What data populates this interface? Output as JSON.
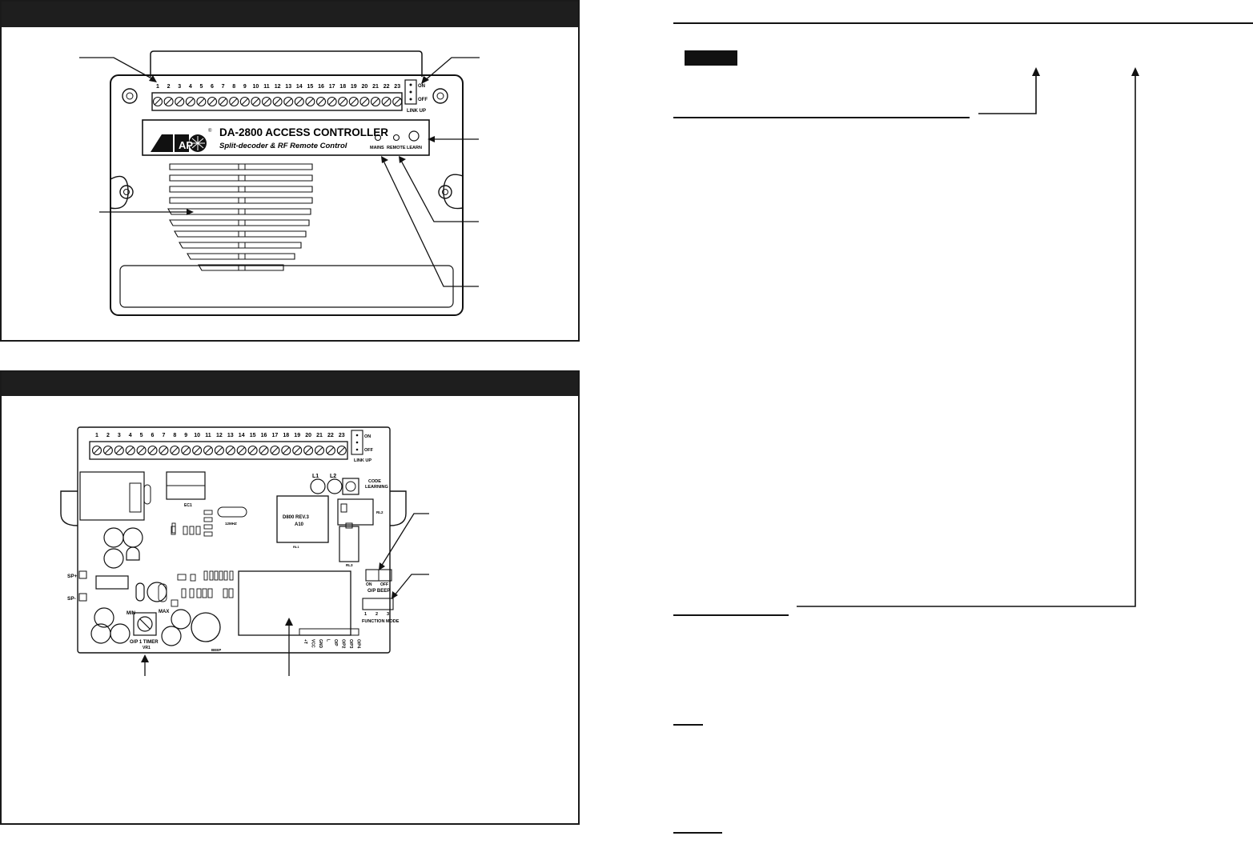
{
  "front_panel": {
    "brand_logo": "AP",
    "registered_mark": "®",
    "product_title": "DA-2800 ACCESS CONTROLLER",
    "product_subtitle": "Split-decoder & RF Remote Control",
    "terminal_numbers": [
      "1",
      "2",
      "3",
      "4",
      "5",
      "6",
      "7",
      "8",
      "9",
      "10",
      "11",
      "12",
      "13",
      "14",
      "15",
      "16",
      "17",
      "18",
      "19",
      "20",
      "21",
      "22",
      "23"
    ],
    "link_up": {
      "label": "LINK UP",
      "on": "ON",
      "off": "OFF"
    },
    "indicators": [
      "MAINS",
      "REMOTE",
      "LEARN"
    ]
  },
  "pcb": {
    "terminal_numbers": [
      "1",
      "2",
      "3",
      "4",
      "5",
      "6",
      "7",
      "8",
      "9",
      "10",
      "11",
      "12",
      "13",
      "14",
      "15",
      "16",
      "17",
      "18",
      "19",
      "20",
      "21",
      "22",
      "23"
    ],
    "link_up": {
      "label": "LINK UP",
      "on": "ON",
      "off": "OFF"
    },
    "speaker_pos": "SP+",
    "speaker_neg": "SP-",
    "led_l1": "L1",
    "led_l2": "L2",
    "code_learning": [
      "CODE",
      "LEARNING"
    ],
    "ic_label": [
      "D800 REV.3",
      "A10"
    ],
    "ic_ref": "RL1",
    "relay_ref": "RL2",
    "relay2_ref": "RL3",
    "timer_min": "MIN",
    "timer_max": "MAX",
    "timer_label": "O/P 1 TIMER",
    "timer_ref": "VR1",
    "beep_ref": "BEEP",
    "ec_ref": "EC1",
    "crystal_ref": "12MHZ",
    "op_beep": {
      "on": "ON",
      "off": "OFF",
      "label": "O/P BEEP"
    },
    "function_mode": {
      "label": "FUNCTION MODE",
      "positions": [
        "1",
        "2",
        "3"
      ]
    },
    "connector_pins": [
      "+T",
      "VCC",
      "GND",
      "L",
      "O/P",
      "O/P2",
      "O/P3",
      "O/P4"
    ]
  }
}
